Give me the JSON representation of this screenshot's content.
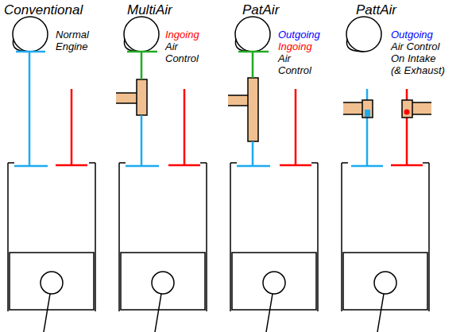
{
  "diagram": {
    "labels": [
      "Conventional",
      "MultiAir",
      "PatAir",
      "PattAir",
      "Normal Engine",
      "Ingoing",
      "Air Control",
      "Outgoing",
      "Ingoing",
      "Air Control",
      "Outgoing",
      "Air Control On Intake (& Exhaust)"
    ]
  }
}
